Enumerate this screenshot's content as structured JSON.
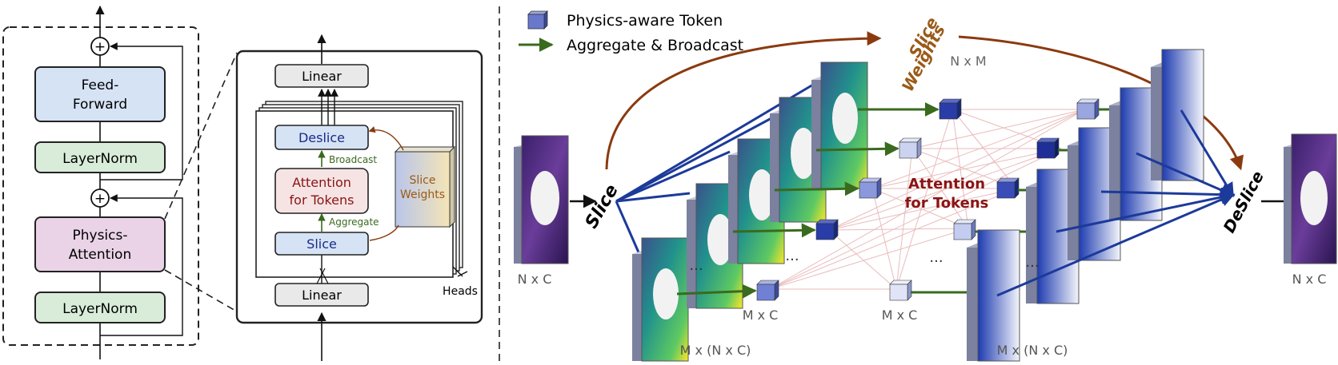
{
  "transformer_block": {
    "feed_forward_line1": "Feed-",
    "feed_forward_line2": "Forward",
    "layernorm_top": "LayerNorm",
    "physics_attention_line1": "Physics-",
    "physics_attention_line2": "Attention",
    "layernorm_bottom": "LayerNorm",
    "plus": "+"
  },
  "attention_detail": {
    "linear_top": "Linear",
    "deslice": "Deslice",
    "attention_line1": "Attention",
    "attention_line2": "for Tokens",
    "slice": "Slice",
    "linear_bottom": "Linear",
    "slice_weights_line1": "Slice",
    "slice_weights_line2": "Weights",
    "broadcast": "Broadcast",
    "aggregate": "Aggregate",
    "heads": "Heads"
  },
  "legend": {
    "token": "Physics-aware Token",
    "arrow": "Aggregate & Broadcast"
  },
  "pipeline": {
    "slice_weights_line1": "Slice",
    "slice_weights_line2": "Weights",
    "nxm": "N x M",
    "slice": "Slice",
    "deslice": "DeSlice",
    "attention_line1": "Attention",
    "attention_line2": "for Tokens",
    "nxc_left": "N x C",
    "nxc_right": "N x C",
    "mx_nxc_left": "M x (N x C)",
    "mx_nxc_right": "M x (N x C)",
    "mxc_left": "M x C",
    "mxc_right": "M x C",
    "dots": "..."
  },
  "colors": {
    "feed_forward": "#d6e3f5",
    "layernorm": "#d9ecd9",
    "physics_attention": "#ead3e6",
    "deslice_text": "#1a2a8a",
    "attention_text": "#8a1414",
    "slice_weights_text": "#9a5a18",
    "brown_arrow": "#8b3a10",
    "green_arrow": "#3a6a1e",
    "blue_line": "#1c3a9a",
    "token": "#5a6ac8"
  }
}
